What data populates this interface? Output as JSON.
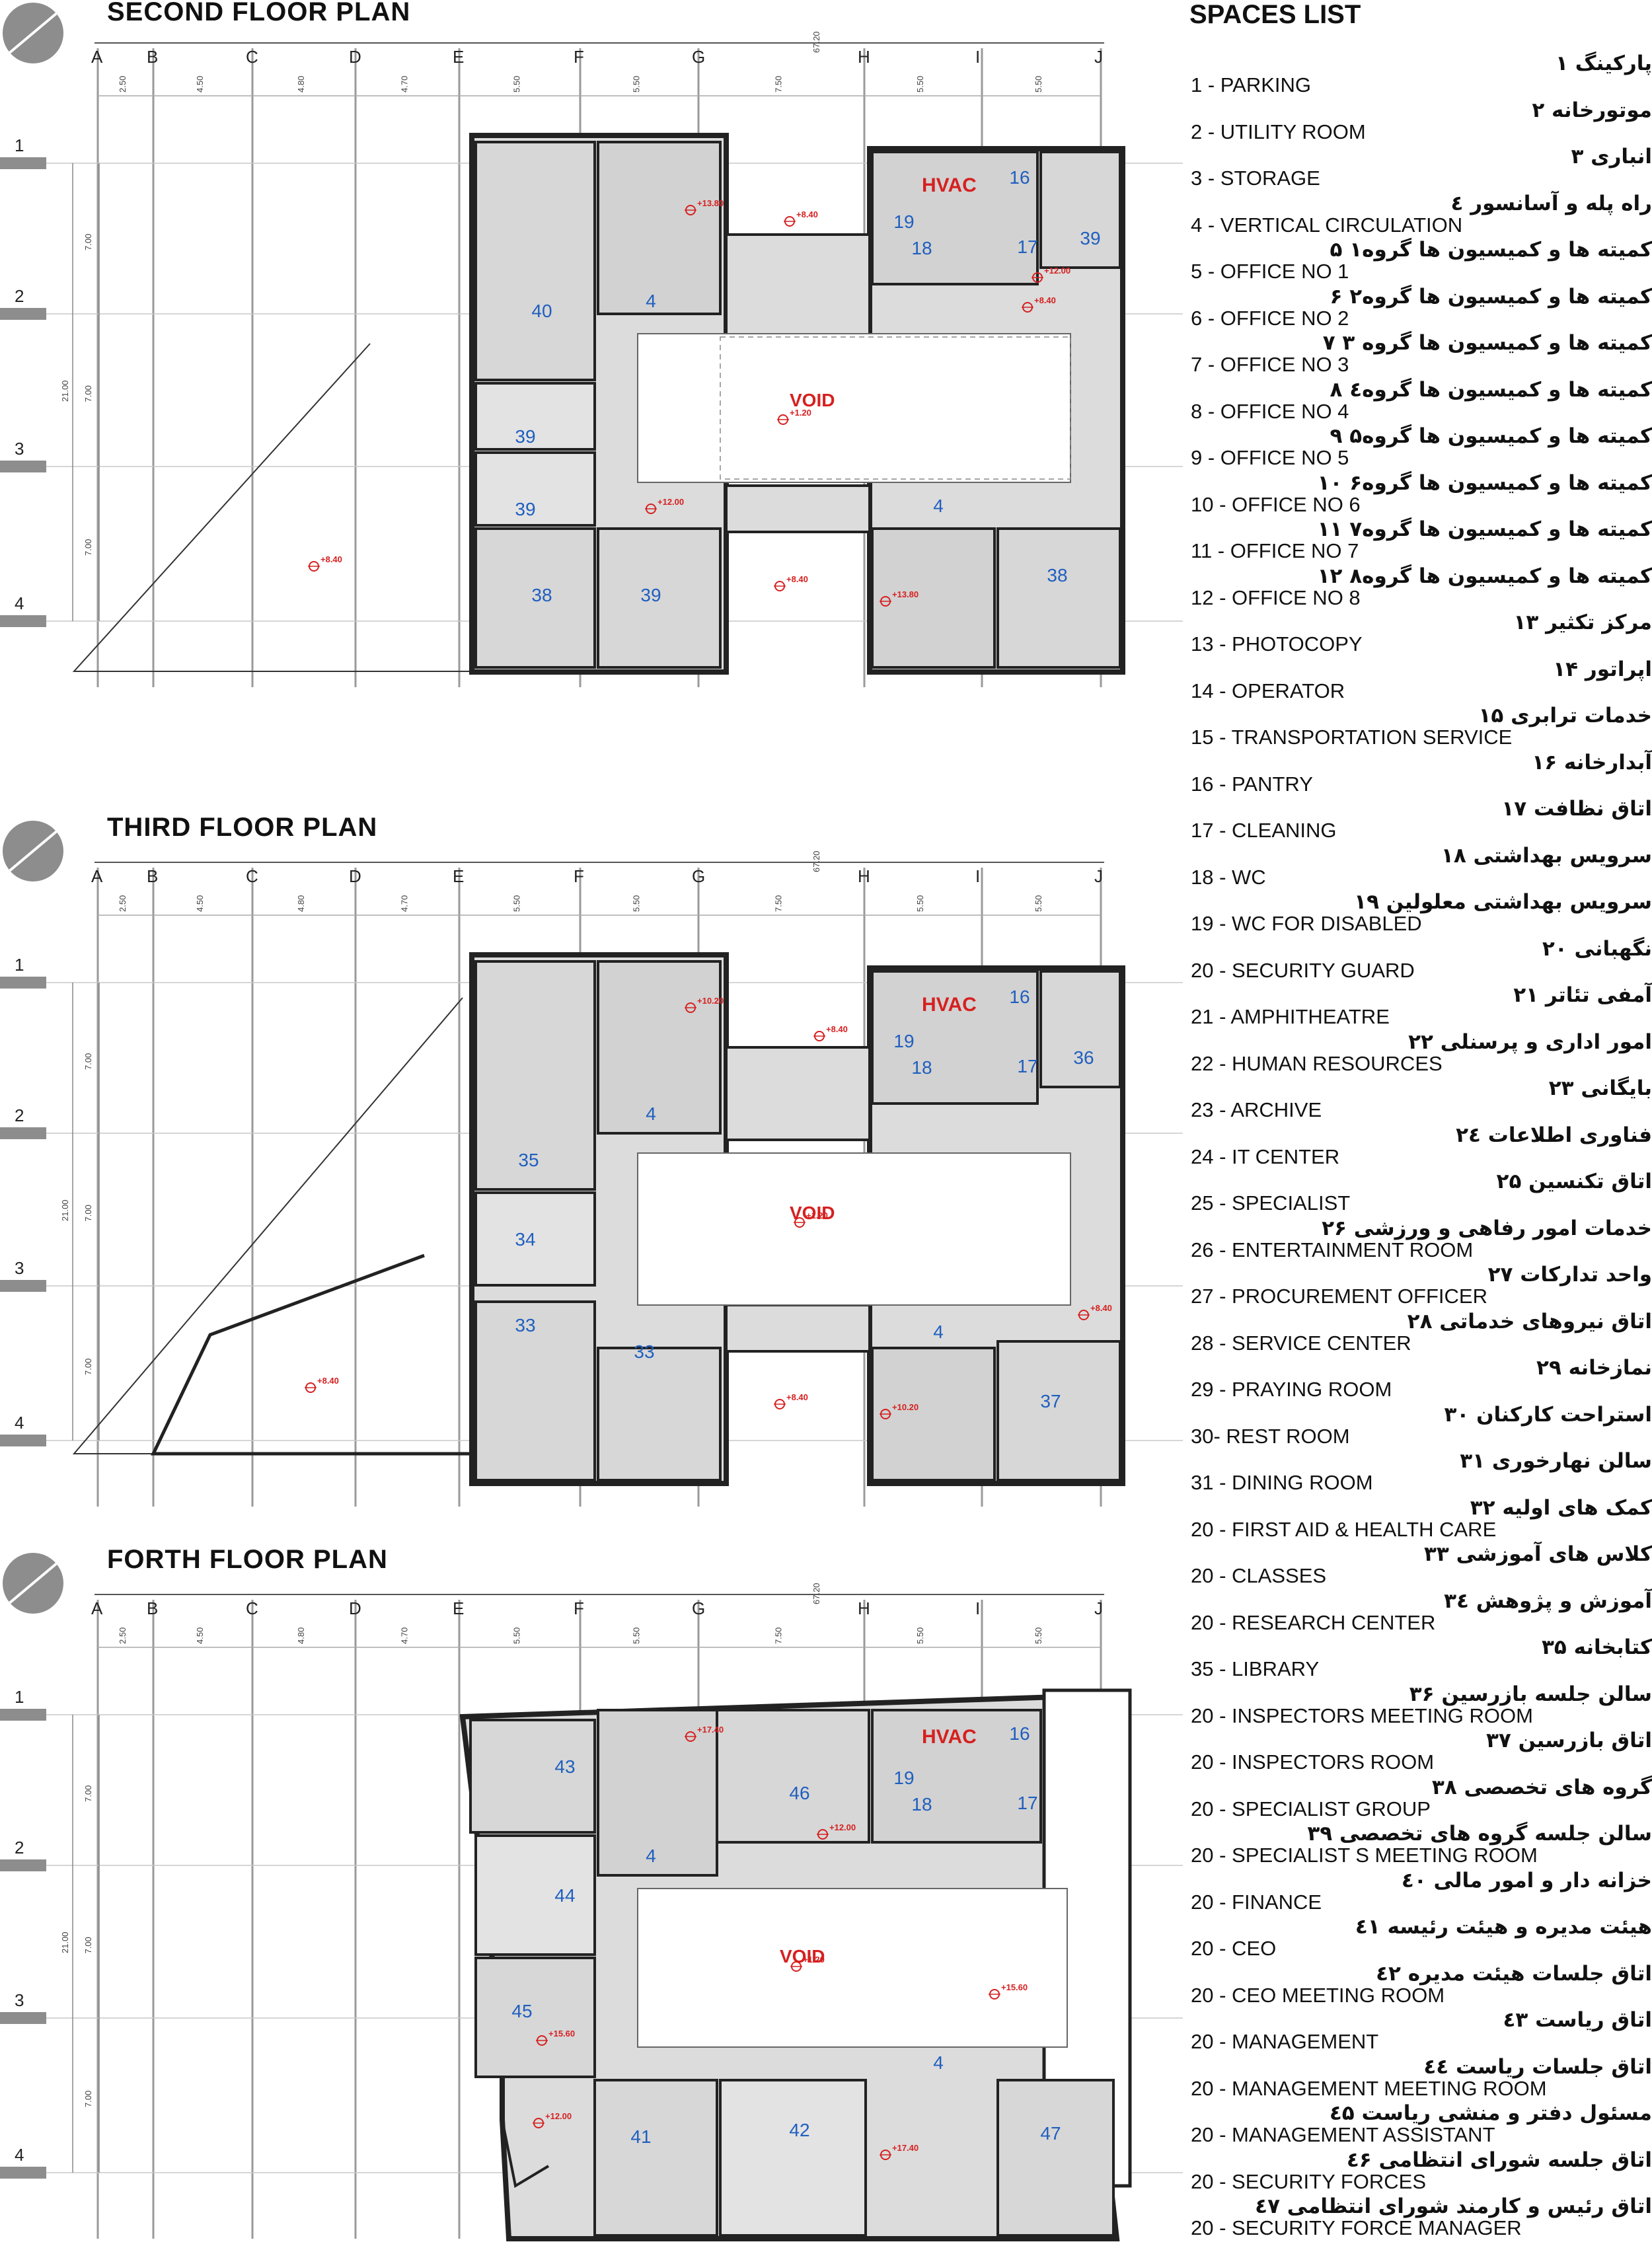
{
  "plans": [
    {
      "title": "SECOND FLOOR PLAN",
      "offsetY": 0,
      "rooms": [
        {
          "num": "40"
        },
        {
          "num": "4"
        },
        {
          "num": "39"
        },
        {
          "num": "39"
        },
        {
          "num": "38"
        },
        {
          "num": "39"
        },
        {
          "num": "16"
        },
        {
          "num": "19"
        },
        {
          "num": "18"
        },
        {
          "num": "17"
        },
        {
          "num": "39"
        },
        {
          "num": "4"
        },
        {
          "num": "38"
        }
      ],
      "labels": {
        "hvac": "HVAC",
        "void": "VOID"
      },
      "levels": [
        "+13.80",
        "+8.40",
        "+8.40",
        "+12.00",
        "+1.20",
        "+12.00",
        "+8.40",
        "+8.40",
        "+13.80"
      ]
    },
    {
      "title": "THIRD FLOOR PLAN",
      "offsetY": 1240,
      "rooms": [
        {
          "num": "35"
        },
        {
          "num": "4"
        },
        {
          "num": "34"
        },
        {
          "num": "33"
        },
        {
          "num": "33"
        },
        {
          "num": "16"
        },
        {
          "num": "19"
        },
        {
          "num": "18"
        },
        {
          "num": "17"
        },
        {
          "num": "36"
        },
        {
          "num": "4"
        },
        {
          "num": "37"
        }
      ],
      "labels": {
        "hvac": "HVAC",
        "void": "VOID"
      },
      "levels": [
        "+10.20",
        "+8.40",
        "+1.20",
        "+8.40",
        "+8.40",
        "+8.40",
        "+10.20"
      ]
    },
    {
      "title": "FORTH FLOOR PLAN",
      "offsetY": 2348,
      "rooms": [
        {
          "num": "43"
        },
        {
          "num": "4"
        },
        {
          "num": "46"
        },
        {
          "num": "44"
        },
        {
          "num": "45"
        },
        {
          "num": "41"
        },
        {
          "num": "42"
        },
        {
          "num": "16"
        },
        {
          "num": "19"
        },
        {
          "num": "18"
        },
        {
          "num": "17"
        },
        {
          "num": "4"
        },
        {
          "num": "47"
        }
      ],
      "labels": {
        "hvac": "HVAC",
        "void": "VOID"
      },
      "levels": [
        "+17.40",
        "+12.00",
        "+1.20",
        "+15.60",
        "+15.60",
        "+12.00",
        "+17.40"
      ]
    }
  ],
  "grid": {
    "cols": [
      "A",
      "B",
      "C",
      "D",
      "E",
      "F",
      "G",
      "H",
      "I",
      "J"
    ],
    "rows": [
      "1",
      "2",
      "3",
      "4"
    ],
    "col_dims": [
      "2.50",
      "4.50",
      "4.80",
      "4.70",
      "5.50",
      "5.50",
      "7.50",
      "5.50",
      "5.50"
    ],
    "total_width": "67.20",
    "row_dims": [
      "7.00",
      "7.00",
      "7.00"
    ],
    "total_height": "21.00"
  },
  "spaces_list": {
    "title": "SPACES LIST",
    "items": [
      {
        "en": "1 - PARKING",
        "fa": "پارکینگ ۱"
      },
      {
        "en": "2 - UTILITY ROOM",
        "fa": "موتورخانه ۲"
      },
      {
        "en": "3 - STORAGE",
        "fa": "انباری ۳"
      },
      {
        "en": "4 - VERTICAL CIRCULATION",
        "fa": "راه پله و آسانسور ٤"
      },
      {
        "en": "5 - OFFICE NO 1",
        "fa": "کمیته ها و کمیسیون ها گروه۱ ۵"
      },
      {
        "en": "6 - OFFICE NO 2",
        "fa": "کمیته ها و کمیسیون ها گروه۲ ۶"
      },
      {
        "en": "7 - OFFICE NO 3",
        "fa": "کمیته ها و کمیسیون ها گروه ۳ ۷"
      },
      {
        "en": "8 - OFFICE NO 4",
        "fa": "کمیته ها و کمیسیون ها گروه٤ ۸"
      },
      {
        "en": "9 - OFFICE NO 5",
        "fa": "کمیته ها و کمیسیون ها گروه۵ ۹"
      },
      {
        "en": "10 - OFFICE NO 6",
        "fa": "کمیته ها و کمیسیون ها گروه۶ ۱۰"
      },
      {
        "en": "11 - OFFICE NO 7",
        "fa": "کمیته ها و کمیسیون ها گروه۷ ۱۱"
      },
      {
        "en": "12 - OFFICE NO 8",
        "fa": "کمیته ها و کمیسیون ها گروه۸ ۱۲"
      },
      {
        "en": "13 - PHOTOCOPY",
        "fa": "مرکز تکثیر ۱۳"
      },
      {
        "en": "14 - OPERATOR",
        "fa": "اپراتور ۱۴"
      },
      {
        "en": "15 - TRANSPORTATION SERVICE",
        "fa": "خدمات ترابری ۱۵"
      },
      {
        "en": "16 - PANTRY",
        "fa": "آبدارخانه ۱۶"
      },
      {
        "en": "17 - CLEANING",
        "fa": "اتاق نظافت ۱۷"
      },
      {
        "en": "18 - WC",
        "fa": "سرویس بهداشتی ۱۸"
      },
      {
        "en": "19 - WC FOR DISABLED",
        "fa": "سرویس بهداشتی معلولین ۱۹"
      },
      {
        "en": "20 - SECURITY GUARD",
        "fa": "نگهبانی ۲۰"
      },
      {
        "en": "21 - AMPHITHEATRE",
        "fa": "آمفی تئاتر ۲۱"
      },
      {
        "en": "22 - HUMAN RESOURCES",
        "fa": "امور اداری و پرسنلی ۲۲"
      },
      {
        "en": "23 - ARCHIVE",
        "fa": "بایگانی ۲۳"
      },
      {
        "en": "24 - IT CENTER",
        "fa": "فناوری اطلاعات ۲٤"
      },
      {
        "en": "25 - SPECIALIST",
        "fa": "اتاق تکنسین ۲۵"
      },
      {
        "en": "26 - ENTERTAINMENT ROOM",
        "fa": "خدمات امور رفاهی و ورزشی ۲۶"
      },
      {
        "en": "27 - PROCUREMENT OFFICER",
        "fa": "واحد تدارکات ۲۷"
      },
      {
        "en": "28 - SERVICE CENTER",
        "fa": "اتاق نیروهای خدماتی ۲۸"
      },
      {
        "en": "29 - PRAYING ROOM",
        "fa": "نمازخانه ۲۹"
      },
      {
        "en": "30- REST ROOM",
        "fa": "استراحت کارکنان ۳۰"
      },
      {
        "en": "31 - DINING ROOM",
        "fa": "سالن نهارخوری ۳۱"
      },
      {
        "en": "20 - FIRST AID  & HEALTH CARE",
        "fa": "کمک های اولیه ۳۲"
      },
      {
        "en": "20 - CLASSES",
        "fa": "کلاس های آموزشی ۳۳"
      },
      {
        "en": "20 - RESEARCH CENTER",
        "fa": "آموزش و پژوهش ۳٤"
      },
      {
        "en": "35 - LIBRARY",
        "fa": "کتابخانه ۳۵"
      },
      {
        "en": "20 - INSPECTORS MEETING ROOM",
        "fa": "سالن جلسه بازرسین ۳۶"
      },
      {
        "en": "20 - INSPECTORS ROOM",
        "fa": "اتاق بازرسین ۳۷"
      },
      {
        "en": "20 - SPECIALIST GROUP",
        "fa": "گروه های تخصصی ۳۸"
      },
      {
        "en": "20 - SPECIALIST S MEETING ROOM",
        "fa": "سالن جلسه گروه های تخصصی ۳۹"
      },
      {
        "en": "20 - FINANCE",
        "fa": "خزانه دار و امور مالی ٤۰"
      },
      {
        "en": "20 - CEO",
        "fa": "هیئت مدیره و هیئت رئیسه ٤۱"
      },
      {
        "en": "20 - CEO MEETING ROOM",
        "fa": "اتاق جلسات هیئت مدیره ٤۲"
      },
      {
        "en": "20 - MANAGEMENT",
        "fa": "اتاق ریاست ٤۳"
      },
      {
        "en": "20 - MANAGEMENT MEETING ROOM",
        "fa": "اتاق جلسات ریاست ٤٤"
      },
      {
        "en": "20 - MANAGEMENT ASSISTANT",
        "fa": "مسئول دفتر و منشی ریاست ٤۵"
      },
      {
        "en": "20 - SECURITY FORCES",
        "fa": "اتاق جلسه شورای انتظامی ٤۶"
      },
      {
        "en": "20 - SECURITY FORCE MANAGER",
        "fa": "اتاق رئیس و کارمند شورای انتظامی ٤۷"
      }
    ]
  },
  "colors": {
    "floor": "#dcdcdc",
    "wall": "#222222",
    "room_num": "#1f5fbf",
    "hvac": "#d62020",
    "level": "#d62020",
    "grid": "#9a9a9a"
  }
}
